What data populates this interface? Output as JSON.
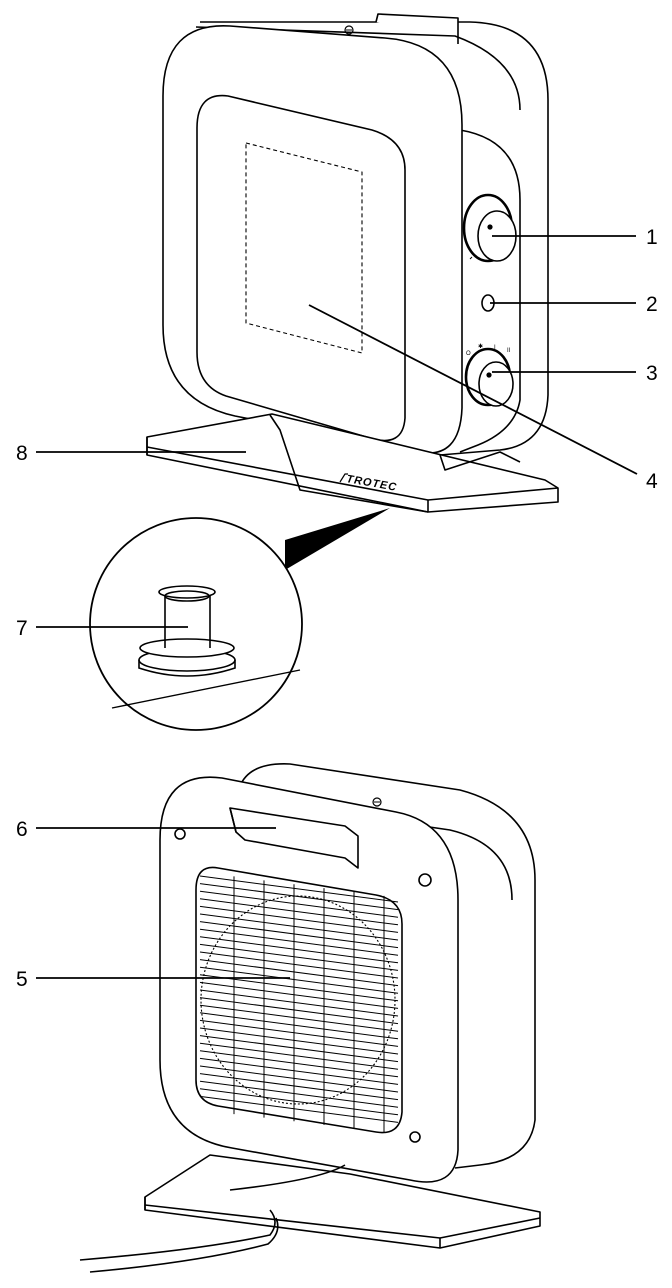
{
  "brand": {
    "logo_text": "TROTEC"
  },
  "callouts": [
    {
      "id": "1",
      "label": "1"
    },
    {
      "id": "2",
      "label": "2"
    },
    {
      "id": "3",
      "label": "3"
    },
    {
      "id": "4",
      "label": "4"
    },
    {
      "id": "5",
      "label": "5"
    },
    {
      "id": "6",
      "label": "6"
    },
    {
      "id": "7",
      "label": "7"
    },
    {
      "id": "8",
      "label": "8"
    }
  ]
}
